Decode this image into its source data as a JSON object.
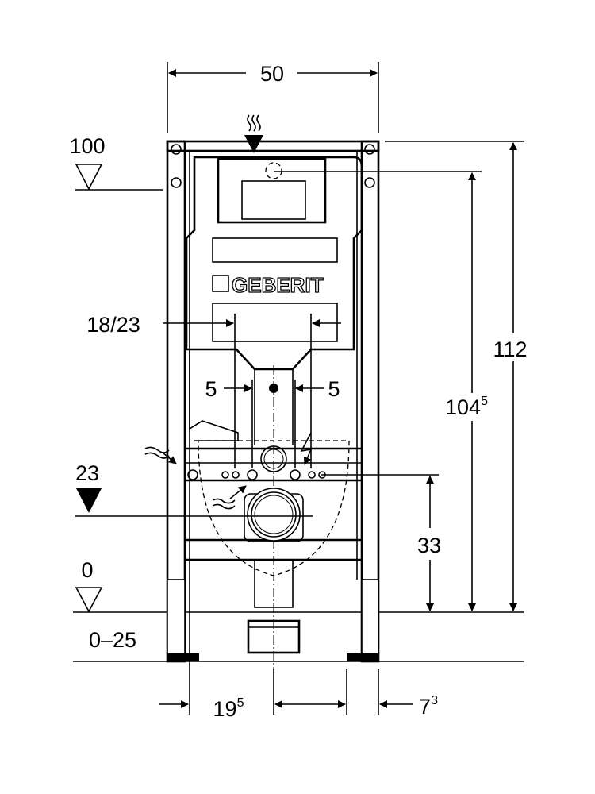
{
  "drawing": {
    "brand_logo": "GEBERIT",
    "dimensions": {
      "width": "50",
      "height_total": "112",
      "height_actuator_main": "104",
      "height_actuator_sup": "5",
      "height_drain": "33",
      "level_top": "100",
      "level_drain": "23",
      "level_floor": "0",
      "floor_adjust": "0–25",
      "bolt_spacing": "18/23",
      "pipe_left": "5",
      "pipe_right": "5",
      "offset_left_main": "19",
      "offset_left_sup": "5",
      "offset_right_main": "7",
      "offset_right_sup": "3"
    }
  }
}
